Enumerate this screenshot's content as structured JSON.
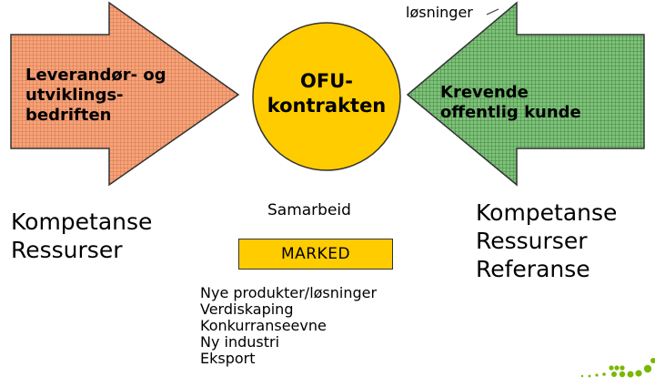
{
  "top_label": "løsninger",
  "left_arrow": {
    "lines": [
      "Leverandør- og",
      "utviklings-",
      "bedriften"
    ]
  },
  "center_circle": {
    "lines": [
      "OFU-",
      "kontrakten"
    ]
  },
  "right_arrow": {
    "lines": [
      "Krevende",
      "offentlig kunde"
    ]
  },
  "left_resources": [
    "Kompetanse",
    "Ressurser"
  ],
  "right_resources": [
    "Kompetanse",
    "Ressurser",
    "Referanse"
  ],
  "collaboration_label": "Samarbeid",
  "market_label": "MARKED",
  "outcomes": [
    "Nye produkter/løsninger",
    "Verdiskaping",
    "Konkurranseevne",
    "Ny industri",
    "Eksport"
  ],
  "colors": {
    "left_arrow_fill": "#f5a37a",
    "right_arrow_fill": "#7fc07a",
    "circle_fill": "#ffcc00",
    "market_fill": "#ffcc00",
    "logo_dots": "#7ab800"
  }
}
